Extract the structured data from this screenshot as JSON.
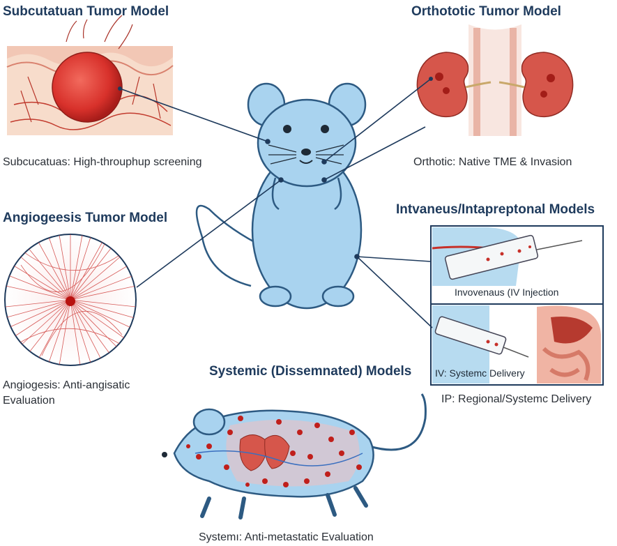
{
  "subcutaneous": {
    "title": "Subcutatuan Tumor Model",
    "caption": "Subcucatuas: High-throuphup screening"
  },
  "orthotopic": {
    "title": "Orthototic Tumor Model",
    "caption": "Orthotic: Native TME & Invasion"
  },
  "angiogenesis": {
    "title": "Angiogeesis Tumor Model",
    "caption_line1": "Angiogesis: Anti-angisatic",
    "caption_line2": "Evaluation"
  },
  "iv_ip": {
    "title": "Intvaneus/Intapreptonal Models",
    "iv_panel_caption": "Invovenaus (IV Injection",
    "ip_panel_caption": "IV: Systemc Delivery",
    "caption": "IP: Regional/Systemc Delivery"
  },
  "systemic": {
    "title": "Systemic (Dissemnated) Models",
    "caption": "Systemı: Anti-metastatic Evaluation"
  },
  "colors": {
    "title": "#1e3a5c",
    "mouse_fill": "#a9d3ef",
    "mouse_stroke": "#2d5a82",
    "tumor_red": "#d8312b",
    "connector": "#1e3a5c"
  }
}
